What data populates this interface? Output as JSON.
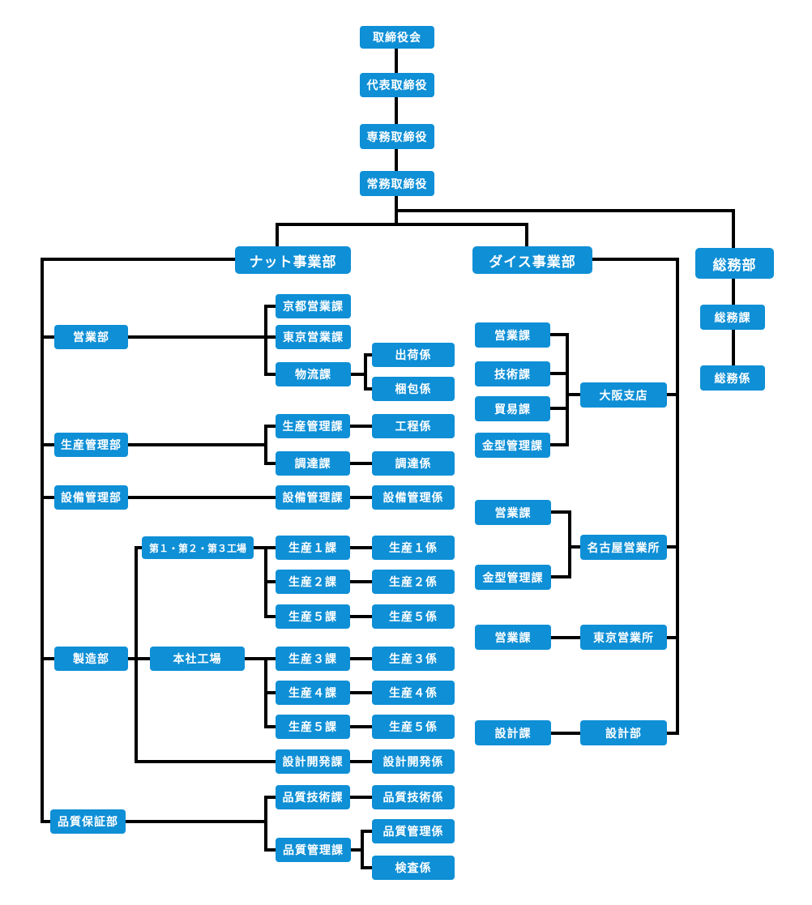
{
  "nodes": {
    "board": "取締役会",
    "ceo": "代表取締役",
    "senmu": "専務取締役",
    "joumu": "常務取締役",
    "nut_div": "ナット事業部",
    "dies_div": "ダイス事業部",
    "soumu_dept": "総務部",
    "soumu_ka": "総務課",
    "soumu_kakari": "総務係",
    "eigyo_bu": "営業部",
    "kyoto_eigyo": "京都営業課",
    "tokyo_eigyo": "東京営業課",
    "butsuryu": "物流課",
    "shukka": "出荷係",
    "konpo": "梱包係",
    "seisan_kanri_bu": "生産管理部",
    "seisan_kanri_ka": "生産管理課",
    "koutei": "工程係",
    "chotatsu_ka": "調達課",
    "chotatsu_kakari": "調達係",
    "setsubi_bu": "設備管理部",
    "setsubi_ka": "設備管理課",
    "setsubi_kakari": "設備管理係",
    "seizo_bu": "製造部",
    "factories_123": "第１・第２・第３工場",
    "honsha_kojo": "本社工場",
    "seisan1_ka": "生産１課",
    "seisan1_kakari": "生産１係",
    "seisan2_ka": "生産２課",
    "seisan2_kakari": "生産２係",
    "seisan5a_ka": "生産５課",
    "seisan5a_kakari": "生産５係",
    "seisan3_ka": "生産３課",
    "seisan3_kakari": "生産３係",
    "seisan4_ka": "生産４課",
    "seisan4_kakari": "生産４係",
    "seisan5b_ka": "生産５課",
    "seisan5b_kakari": "生産５係",
    "sekkei_kaihatsu_ka": "設計開発課",
    "sekkei_kaihatsu_kakari": "設計開発係",
    "hinshitsu_bu": "品質保証部",
    "hin_gijutsu_ka": "品質技術課",
    "hin_gijutsu_kakari": "品質技術係",
    "hin_kanri_ka": "品質管理課",
    "hin_kanri_kakari": "品質管理係",
    "kensa": "検査係",
    "osaka_eigyo": "営業課",
    "osaka_gijutsu": "技術課",
    "osaka_boeki": "貿易課",
    "osaka_kanagata": "金型管理課",
    "osaka_shiten": "大阪支店",
    "nagoya_eigyo": "営業課",
    "nagoya_kanagata": "金型管理課",
    "nagoya_office": "名古屋営業所",
    "tokyo_office_eigyo": "営業課",
    "tokyo_office": "東京営業所",
    "sekkei_ka": "設計課",
    "sekkei_bu": "設計部"
  },
  "colors": {
    "box": "#0e8fd6",
    "line": "#000000",
    "text": "#ffffff"
  }
}
